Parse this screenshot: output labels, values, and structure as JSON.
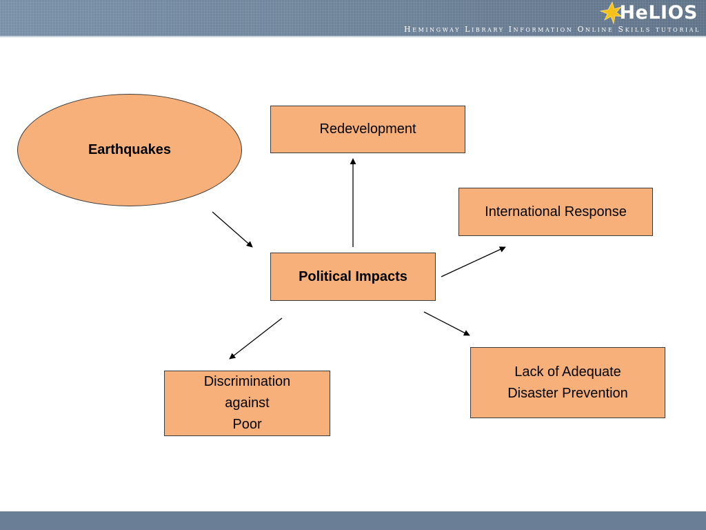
{
  "header": {
    "logo_text": "HeLIOS",
    "tagline": "Hemingway Library Information Online Skills tutorial",
    "icon": "star-burst-icon"
  },
  "diagram": {
    "nodes": {
      "earthquakes": "Earthquakes",
      "political_impacts": "Political Impacts",
      "redevelopment": "Redevelopment",
      "international_response": "International Response",
      "lack_prevention": "Lack of Adequate\nDisaster Prevention",
      "discrimination": "Discrimination\nagainst\nPoor"
    },
    "edges": [
      {
        "from": "earthquakes",
        "to": "political_impacts"
      },
      {
        "from": "political_impacts",
        "to": "redevelopment"
      },
      {
        "from": "political_impacts",
        "to": "international_response"
      },
      {
        "from": "political_impacts",
        "to": "lack_prevention"
      },
      {
        "from": "political_impacts",
        "to": "discrimination"
      }
    ]
  },
  "colors": {
    "node_fill": "#f7b07a",
    "header_bar": "#6a7f96"
  }
}
